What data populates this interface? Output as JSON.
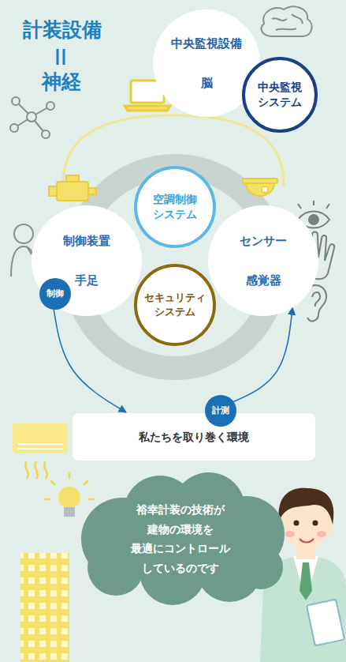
{
  "diagram": {
    "title": "計装設備",
    "nodes": [
      {
        "text": [
          "中央監視設備",
          "脳"
        ]
      },
      {
        "text": [
          "中央監視 システム"
        ]
      },
      {
        "text": [
          "制御装置",
          "手足"
        ]
      },
      {
        "text": [
          "空調制御 システム"
        ]
      },
      {
        "text": [
          "センサー",
          "感覚器"
        ]
      },
      {
        "text": [
          "制御"
        ]
      },
      {
        "text": [
          "セキュリティ システム"
        ]
      },
      {
        "text": [
          "計測"
        ]
      },
      {
        "text": [
          "私たちを取り巻く環境"
        ]
      },
      {
        "text": [
          "裕幸計装の技術が 建物の環境を 最適にコントロール しているのです"
        ]
      }
    ],
    "edges": [
      {
        "from": 5,
        "to": 8,
        "arrow": "to"
      },
      {
        "from": 7,
        "to": 4,
        "arrow": "to"
      }
    ],
    "labels": [
      "神経"
    ]
  }
}
